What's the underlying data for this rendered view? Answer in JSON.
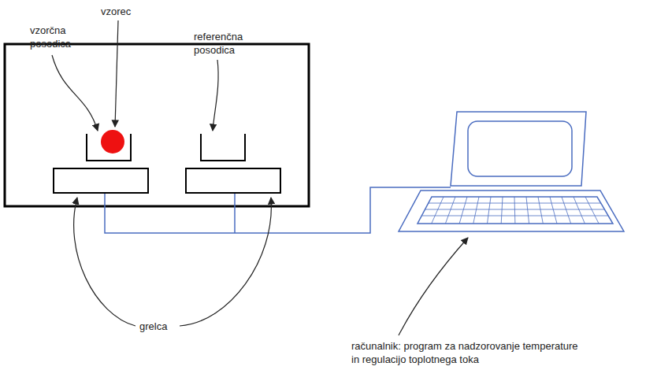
{
  "diagram": {
    "labels": [
      "vzorec",
      "vzorčna posodica",
      "referenčna posodica",
      "grelca",
      "računalnik: program za nadzorovanje temperature in regulacijo toplotnega toka"
    ]
  }
}
